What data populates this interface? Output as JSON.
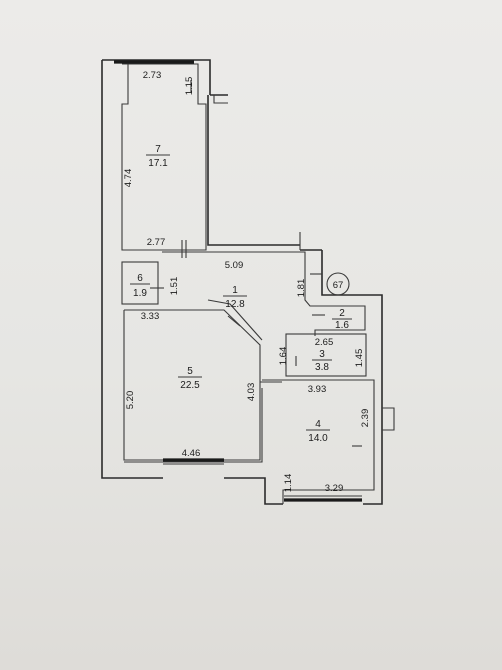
{
  "rooms": [
    {
      "number": "7",
      "area": "17.1"
    },
    {
      "number": "6",
      "area": "1.9"
    },
    {
      "number": "1",
      "area": "12.8"
    },
    {
      "number": "2",
      "area": "1.6"
    },
    {
      "number": "3",
      "area": "3.8"
    },
    {
      "number": "5",
      "area": "22.5"
    },
    {
      "number": "4",
      "area": "14.0"
    }
  ],
  "dimensions": {
    "d_2_73": "2.73",
    "d_1_15": "1.15",
    "d_4_74": "4.74",
    "d_2_77": "2.77",
    "d_5_09": "5.09",
    "d_1_81": "1.81",
    "d_1_51": "1.51",
    "d_3_33": "3.33",
    "d_2_65": "2.65",
    "d_1_64": "1.64",
    "d_1_45": "1.45",
    "d_3_93": "3.93",
    "d_5_20": "5.20",
    "d_4_03": "4.03",
    "d_2_39": "2.39",
    "d_4_46": "4.46",
    "d_1_14": "1.14",
    "d_3_29": "3.29"
  },
  "apartment_marker": "67"
}
